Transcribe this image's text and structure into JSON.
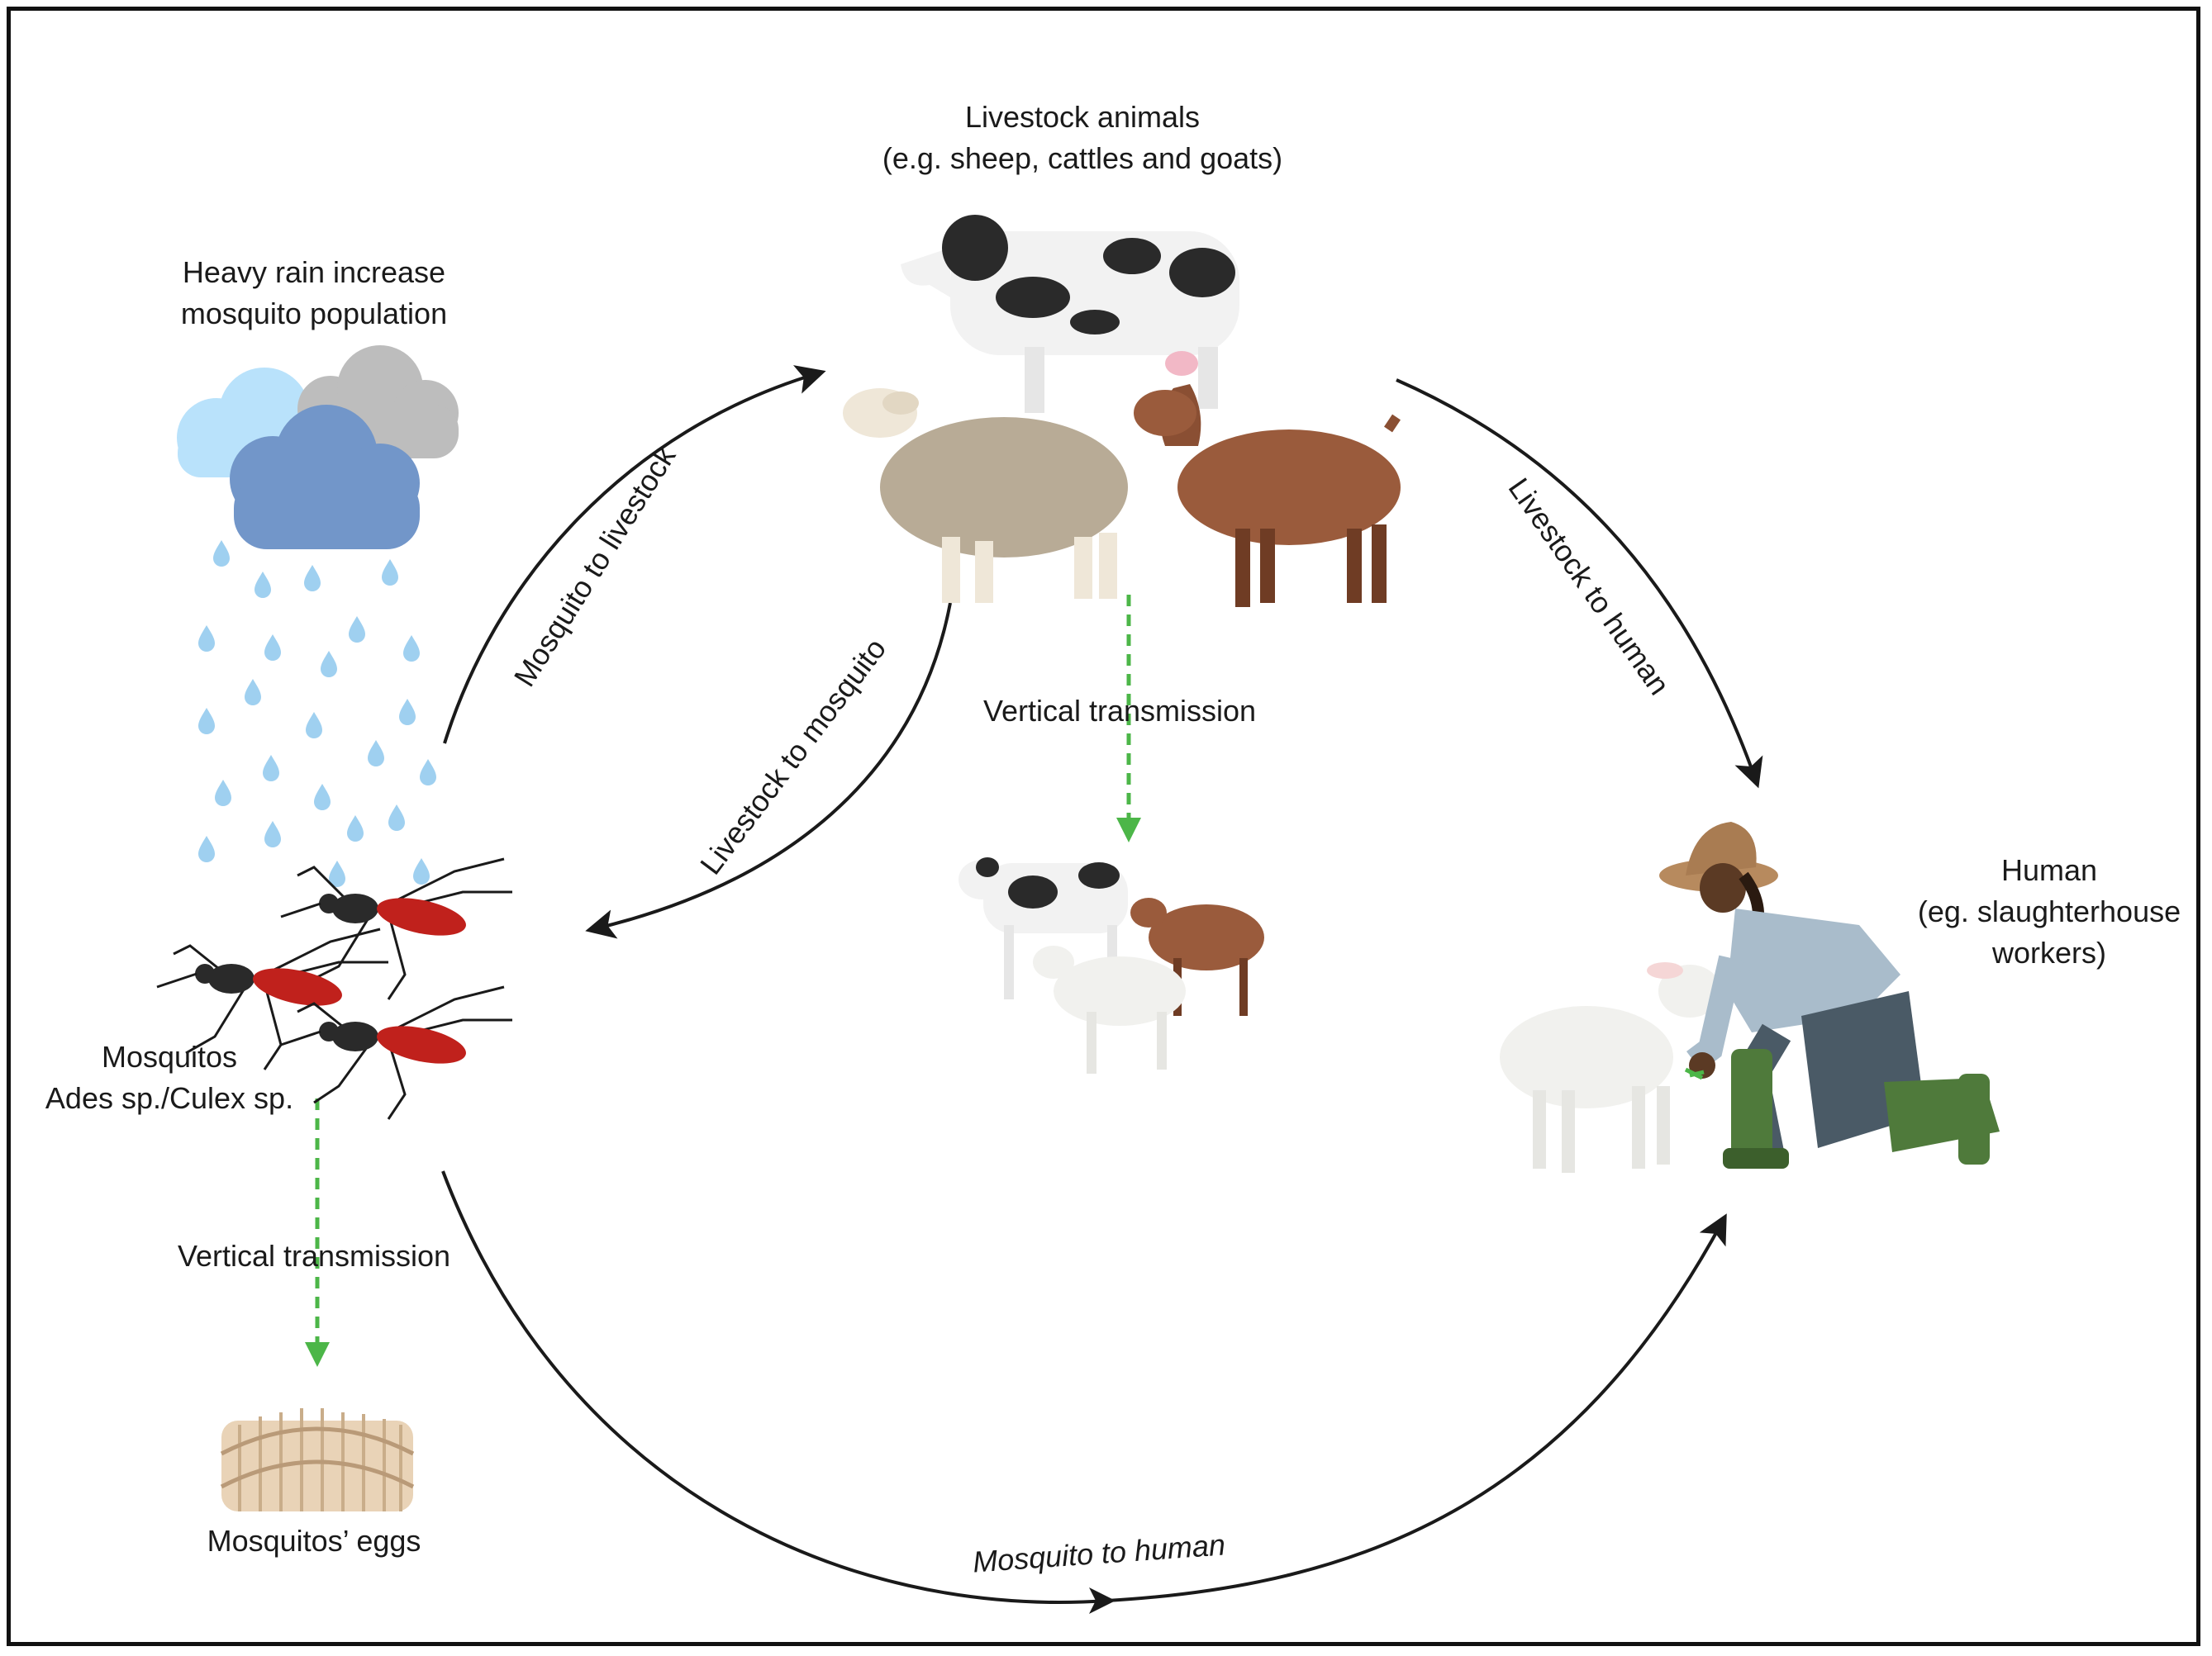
{
  "labels": {
    "rain_line1": "Heavy rain increase",
    "rain_line2": "mosquito population",
    "livestock_line1": "Livestock animals",
    "livestock_line2": "(e.g. sheep, cattles and goats)",
    "mosquitos_line1": "Mosquitos",
    "mosquitos_line2": "Ades sp./Culex sp.",
    "eggs": "Mosquitos’ eggs",
    "human_line1": "Human",
    "human_line2": "(eg. slaughterhouse",
    "human_line3": "workers)",
    "vertical_transmission_mosquito": "Vertical transmission",
    "vertical_transmission_livestock": "Vertical transmission"
  },
  "arrows": {
    "mosquito_to_livestock": "Mosquito to livestock",
    "livestock_to_mosquito": "Livestock to mosquito",
    "livestock_to_human": "Livestock to human",
    "mosquito_to_human": "Mosquito to human"
  },
  "colors": {
    "arrow": "#1a1a1a",
    "vertical_arrow": "#4cb648",
    "rain_drop": "#9fd0f0",
    "cloud_light_blue": "#b9e2fb",
    "cloud_gray": "#bdbdbd",
    "cloud_dark_blue": "#7296c9",
    "mosquito_abdomen": "#c0211c",
    "sheep_wool": "#b8ab96",
    "goat_fur": "#9a5b3c",
    "egg": "#e9d3b7"
  }
}
